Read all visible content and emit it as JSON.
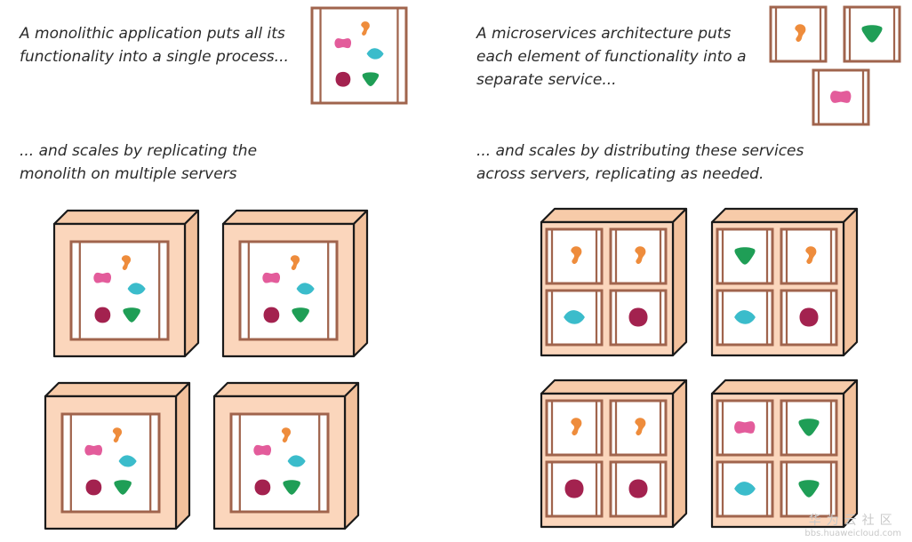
{
  "captions": {
    "mono_intro": [
      "A monolithic application puts all its",
      "functionality into a single process..."
    ],
    "mono_scale": [
      "... and scales by replicating the",
      "monolith on multiple servers"
    ],
    "micro_intro": [
      "A microservices architecture puts",
      "each element of functionality into a",
      "separate service..."
    ],
    "micro_scale": [
      "... and scales by distributing these services",
      "across servers, replicating as needed."
    ]
  },
  "watermark": {
    "name": "华为云社区",
    "url": "bbs.huaweicloud.com"
  },
  "colors": {
    "frame": "#a0644d",
    "server_face": "#fbd6bc",
    "server_outline": "#1a1a1a",
    "orange": "#ee8c3c",
    "pink": "#e35c9b",
    "teal": "#3bbccb",
    "maroon": "#a3224f",
    "green": "#1f9e56"
  },
  "monolith_services": [
    "pink",
    "orange",
    "teal",
    "maroon",
    "green"
  ],
  "microservice_tiles": [
    {
      "name": "orange-service",
      "shape": "orange"
    },
    {
      "name": "green-service",
      "shape": "green"
    },
    {
      "name": "pink-service",
      "shape": "pink"
    }
  ],
  "monolith_servers": 4,
  "micro_servers": [
    [
      "orange",
      "orange",
      "teal",
      "maroon"
    ],
    [
      "green",
      "orange",
      "teal",
      "maroon"
    ],
    [
      "orange",
      "orange",
      "maroon",
      "maroon"
    ],
    [
      "pink",
      "green",
      "teal",
      "green"
    ]
  ]
}
